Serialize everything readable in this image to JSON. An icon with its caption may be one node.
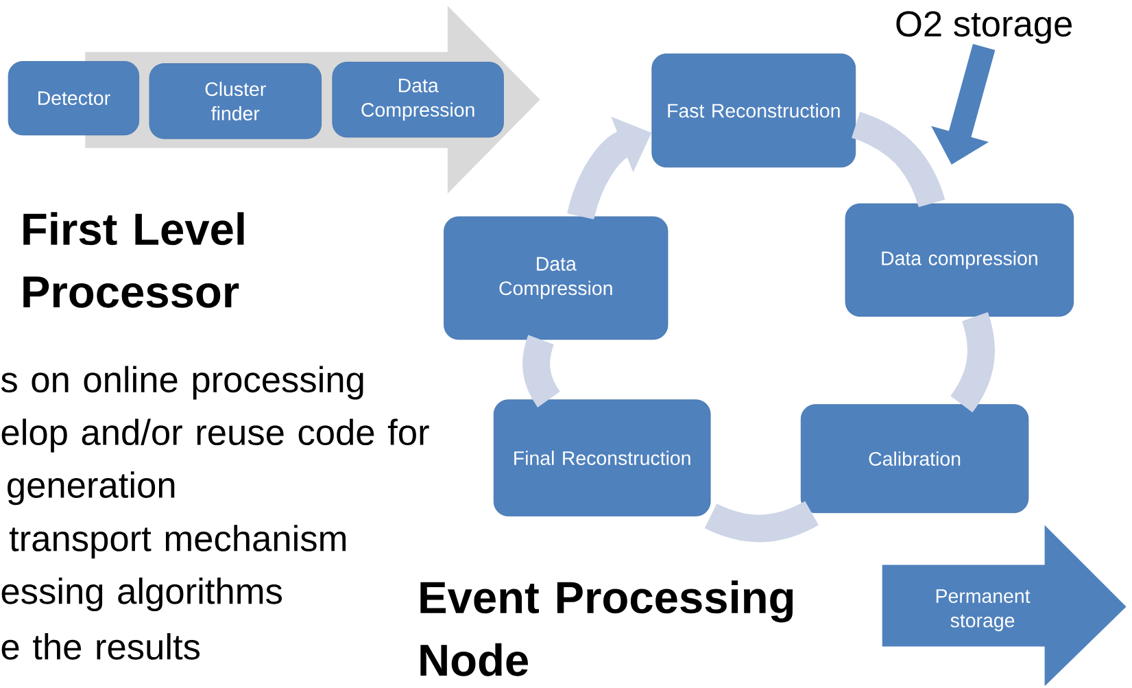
{
  "diagram": {
    "nodes": [
      {
        "text": [
          "Detector"
        ]
      },
      {
        "text": [
          "Cluster finder"
        ]
      },
      {
        "text": [
          "Data Compression"
        ]
      },
      {
        "text": [
          "Fast Reconstruction"
        ]
      },
      {
        "text": [
          "Data compression"
        ]
      },
      {
        "text": [
          "Calibration"
        ]
      },
      {
        "text": [
          "Final Reconstruction"
        ]
      },
      {
        "text": [
          "Data Compression"
        ]
      },
      {
        "text": [
          "O2 storage"
        ]
      },
      {
        "text": [
          "Permanent storage"
        ]
      }
    ],
    "edges": [
      {
        "from": 3,
        "to": 4,
        "arrow": "none"
      },
      {
        "from": 4,
        "to": 5,
        "arrow": "none"
      },
      {
        "from": 5,
        "to": 6,
        "arrow": "none"
      },
      {
        "from": 6,
        "to": 7,
        "arrow": "none"
      },
      {
        "from": 7,
        "to": 3,
        "arrow": "to"
      },
      {
        "from": 8,
        "to": null,
        "arrow": "to",
        "color": "#4f81bd"
      }
    ],
    "labels": [
      "First Level Processor",
      "Event Processing Node",
      "s on online processing",
      "elop and/or reuse code for",
      "generation",
      "transport mechanism",
      "essing algorithms",
      "e the results"
    ]
  }
}
